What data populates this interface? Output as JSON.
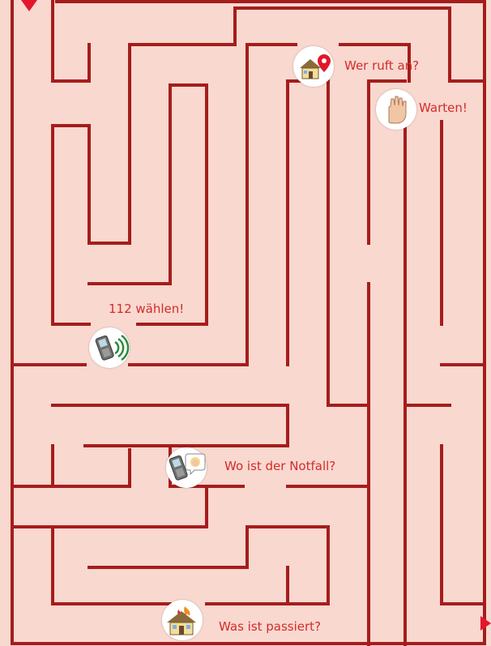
{
  "colors": {
    "background": "#f8d8cf",
    "wall": "#a51d1d",
    "label_text": "#d42b2b",
    "marker": "#e3172c"
  },
  "labels": {
    "wer_ruft_an": "Wer ruft an?",
    "warten": "Warten!",
    "zwoelf_waehlen": "112 wählen!",
    "wo_notfall": "Wo ist der Notfall?",
    "was_passiert": "Was ist passiert?"
  },
  "icons": {
    "location": "house-location-icon",
    "stop_hand": "stop-hand-icon",
    "phone_call": "phone-calling-icon",
    "phone_person": "phone-person-icon",
    "house_fire": "house-fire-icon"
  }
}
